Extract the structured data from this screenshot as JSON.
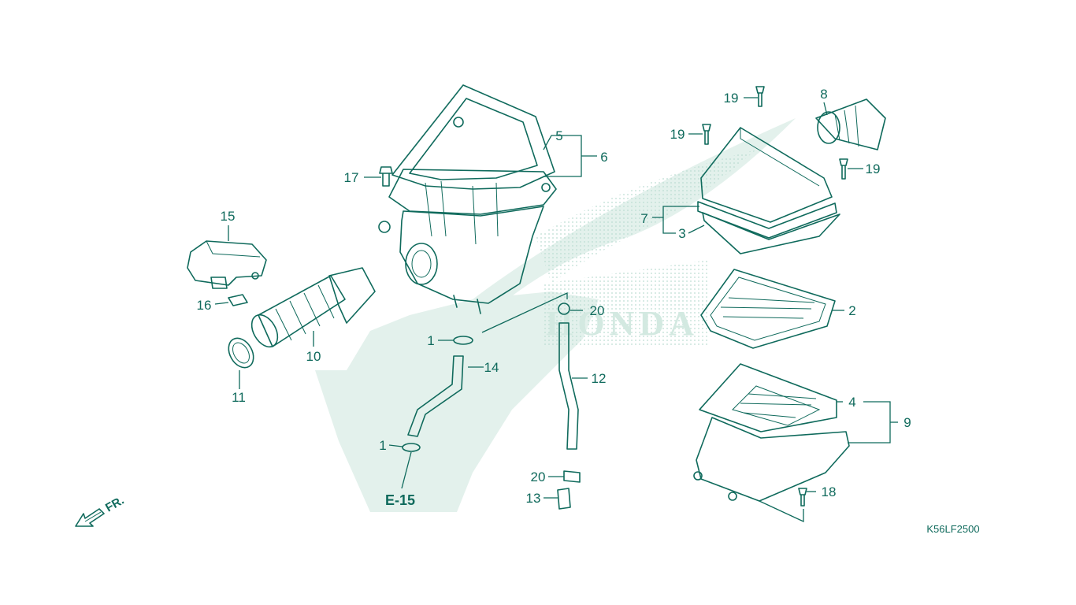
{
  "callouts": {
    "c1a": "1",
    "c1b": "1",
    "c2": "2",
    "c3": "3",
    "c4": "4",
    "c5": "5",
    "c6": "6",
    "c7": "7",
    "c8": "8",
    "c9": "9",
    "c10": "10",
    "c11": "11",
    "c12": "12",
    "c13": "13",
    "c14": "14",
    "c15": "15",
    "c16": "16",
    "c17": "17",
    "c18": "18",
    "c19a": "19",
    "c19b": "19",
    "c19c": "19",
    "c20a": "20",
    "c20b": "20"
  },
  "reference": "E-15",
  "diagram_code": "K56LF2500",
  "direction_label": "FR.",
  "watermark_text": "HONDA",
  "colors": {
    "line": "#0f6a5c",
    "watermark": "#e3f1ec",
    "background": "#ffffff"
  }
}
